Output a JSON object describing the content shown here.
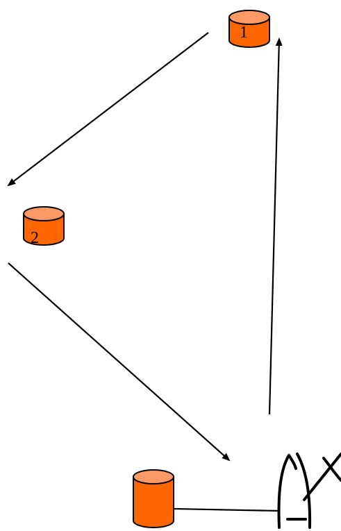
{
  "colors": {
    "node_top": "#ff9966",
    "node_body": "#ff6600",
    "stroke": "#000000",
    "background": "#ffffff"
  },
  "nodes": [
    {
      "id": "node-1",
      "label": "1"
    },
    {
      "id": "node-2",
      "label": "2"
    },
    {
      "id": "node-3",
      "label": ""
    }
  ],
  "edges": [
    {
      "from": "node-1",
      "to": "node-2"
    },
    {
      "from": "node-2",
      "to": "figure"
    },
    {
      "from": "figure",
      "to": "node-1"
    },
    {
      "from": "node-3",
      "to": "figure",
      "arrow": false
    }
  ],
  "figure": {
    "icon": "sketch-figure-icon"
  }
}
